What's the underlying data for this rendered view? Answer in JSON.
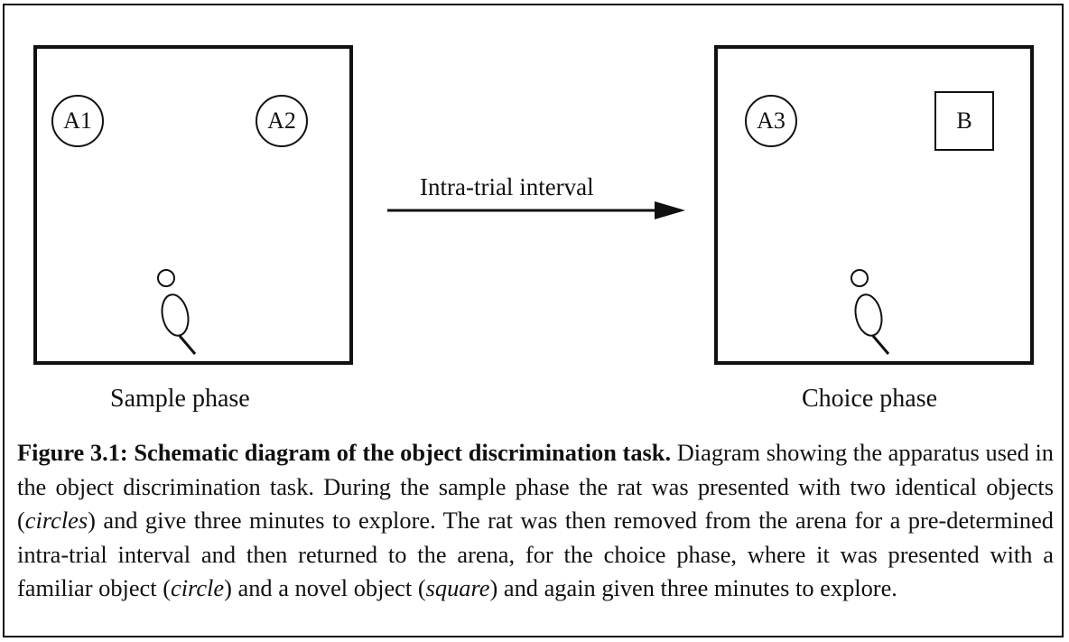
{
  "interval_label": "Intra-trial interval",
  "sample": {
    "label": "Sample phase",
    "objects": [
      "A1",
      "A2"
    ]
  },
  "choice": {
    "label": "Choice phase",
    "familiar_object": "A3",
    "novel_object": "B"
  },
  "caption": {
    "title": "Figure 3.1: Schematic diagram of the object discrimination task.",
    "text_1": " Diagram showing the apparatus used in the object discrimination task. During the sample phase the rat was presented with two identical objects (",
    "em_1": "circles",
    "text_2": ") and give three minutes to explore. The rat was then removed from the arena for a pre-determined intra-trial interval and then returned to the arena, for the choice phase, where it was presented with a familiar object (",
    "em_2": "circle",
    "text_3": ") and a novel object (",
    "em_3": "square",
    "text_4": ") and again given three minutes to explore."
  }
}
